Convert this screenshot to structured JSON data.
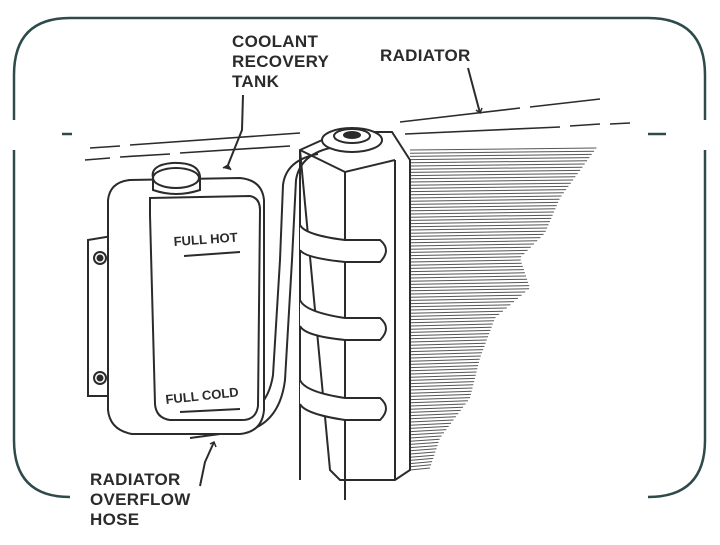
{
  "diagram": {
    "labels": {
      "coolant_tank": [
        "COOLANT",
        "RECOVERY",
        "TANK"
      ],
      "radiator": "RADIATOR",
      "overflow_hose": [
        "RADIATOR",
        "OVERFLOW",
        "HOSE"
      ]
    },
    "tank_markings": {
      "full_hot": "FULL HOT",
      "full_cold": "FULL COLD"
    },
    "colors": {
      "frame": "#2e4a4a",
      "ink": "#2b2b2b",
      "background": "#ffffff"
    }
  }
}
